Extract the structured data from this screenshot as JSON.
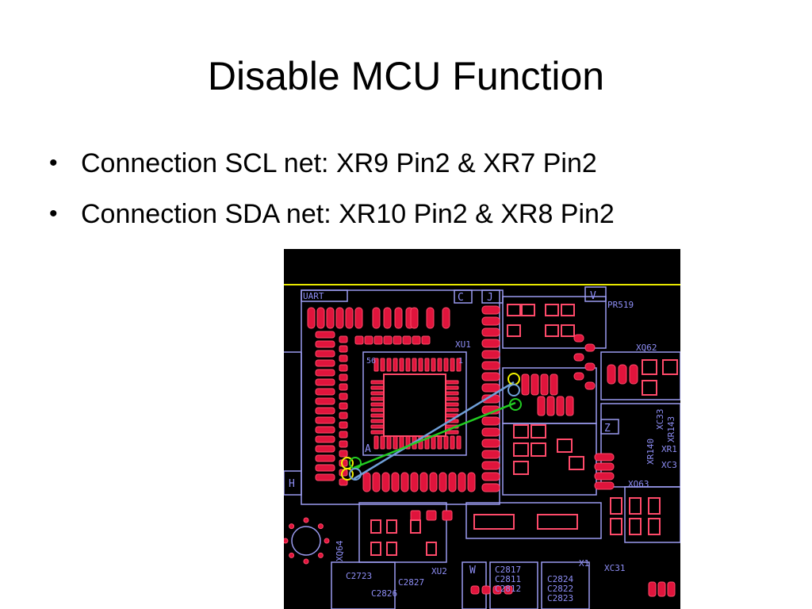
{
  "slide": {
    "title": "Disable MCU Function",
    "bullets": [
      "Connection SCL net: XR9 Pin2 & XR7 Pin2",
      "Connection SDA net: XR10 Pin2 & XR8 Pin2"
    ]
  },
  "pcb_labels": {
    "uart": "UART",
    "c": "C",
    "j": "J",
    "v": "V",
    "pr519": "PR519",
    "xu1": "XU1",
    "xq62": "XQ62",
    "pin56": "56",
    "pin1": "1",
    "a": "A",
    "h": "H",
    "z": "Z",
    "xq63": "XQ63",
    "xq64": "XQ64",
    "c2723": "C2723",
    "c2827": "C2827",
    "c2826": "C2826",
    "xu2": "XU2",
    "w": "W",
    "c2817": "C2817",
    "c2811": "C2811",
    "c2812": "C2812",
    "c2824": "C2824",
    "c2822": "C2822",
    "c2823": "C2823",
    "xc31": "XC31",
    "x1": "X1",
    "xr140": "XR140",
    "xc33": "XC33",
    "xr143": "XR143",
    "xc3": "XC3",
    "xr1": "XR1"
  },
  "colors": {
    "board_bg": "#000000",
    "outline": "#9b9bf0",
    "pad": "#e0143c",
    "pad_outline": "#ff4a6a",
    "net_scl": "#6f9fd8",
    "net_sda": "#22cc22",
    "highlight": "#f2f200",
    "edge_line": "#e8e800"
  }
}
